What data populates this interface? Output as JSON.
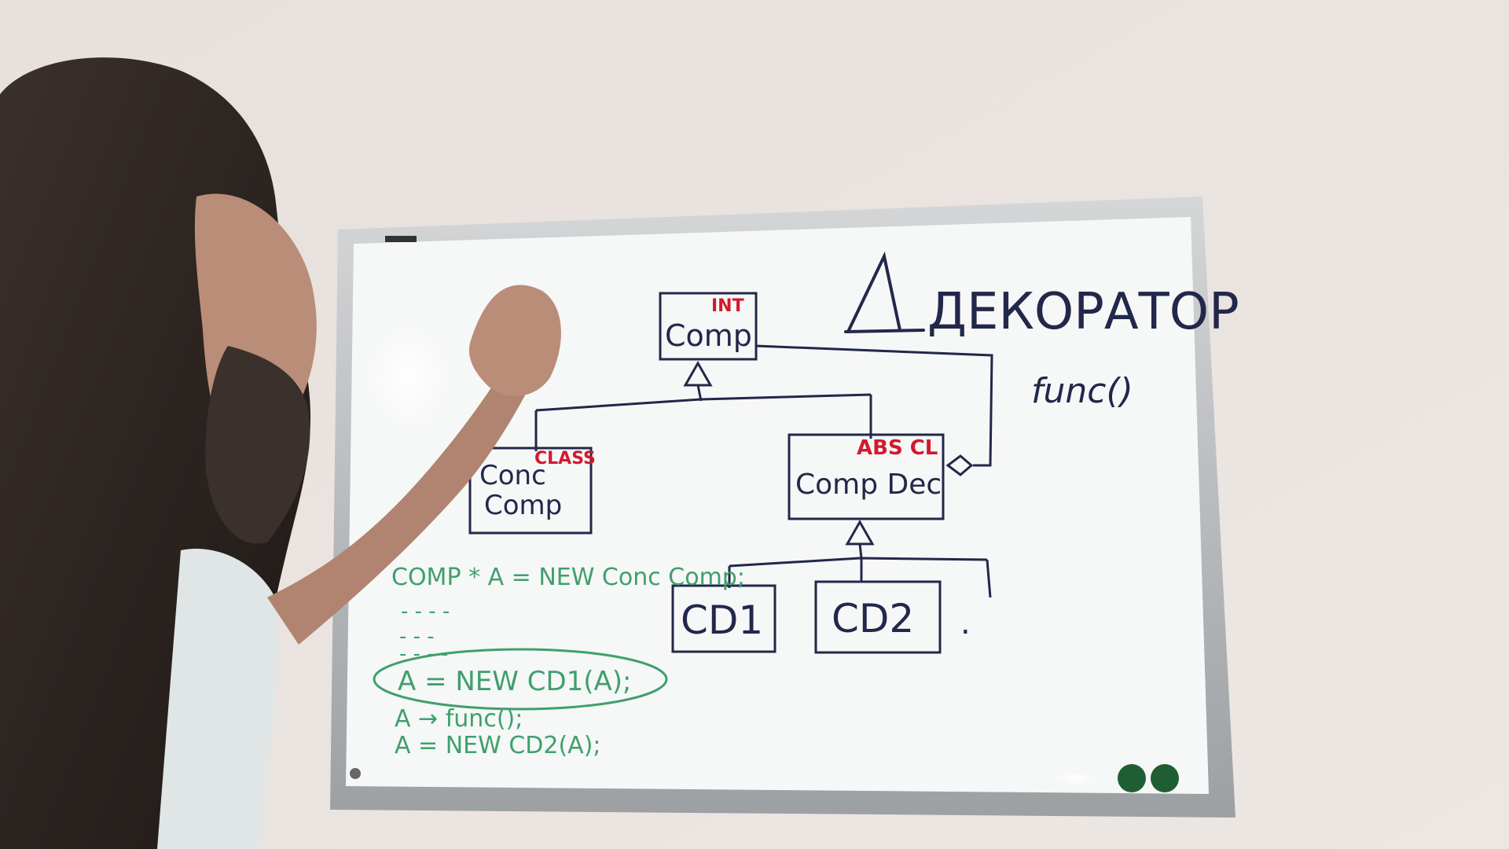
{
  "whiteboard": {
    "title": "ДЕКОРАТОР",
    "side_note": "func()",
    "diagram": {
      "component": {
        "name_line1": "Comp",
        "stereotype": "INT"
      },
      "concrete_component": {
        "name_line1": "Conc",
        "name_line2": "Comp",
        "stereotype": "CLASS"
      },
      "decorator": {
        "name_line1": "Comp Dec",
        "stereotype": "ABS CL"
      },
      "cd1": {
        "name": "CD1"
      },
      "cd2": {
        "name": "CD2"
      },
      "more": "."
    },
    "code": {
      "line1": "COMP * A = NEW Conc Comp;",
      "line2": "- - - -",
      "line3": "- - -",
      "line4": "- - - -",
      "line5": "A = NEW CD1(A);",
      "line6": "A → func();",
      "line7": "A = NEW CD2(A);"
    }
  },
  "colors": {
    "wall": "#e9e3df",
    "board": "#f7f8f8",
    "frame": "#b9bcbe",
    "ink_dark": "#22284a",
    "ink_red": "#d11a2e",
    "ink_green": "#3fa06c",
    "hair": "#2a2220",
    "skin": "#b98d77"
  }
}
